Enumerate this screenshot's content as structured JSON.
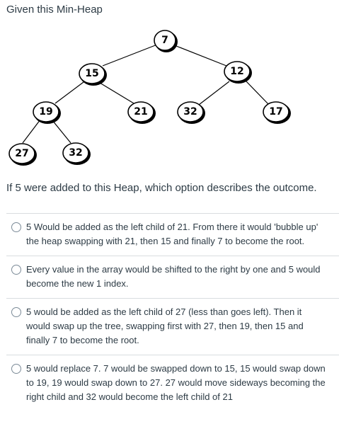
{
  "title": "Given this Min-Heap",
  "heap": {
    "nodes": [
      {
        "id": "n7",
        "value": "7"
      },
      {
        "id": "n15",
        "value": "15"
      },
      {
        "id": "n12",
        "value": "12"
      },
      {
        "id": "n19",
        "value": "19"
      },
      {
        "id": "n21",
        "value": "21"
      },
      {
        "id": "n32a",
        "value": "32"
      },
      {
        "id": "n17",
        "value": "17"
      },
      {
        "id": "n27",
        "value": "27"
      },
      {
        "id": "n32b",
        "value": "32"
      }
    ]
  },
  "question": "If 5 were added to this Heap, which option describes the outcome.",
  "options": [
    {
      "text": "5 Would be added as the left child of 21.  From there it would 'bubble up' the heap swapping with 21, then 15 and finally 7 to become the root."
    },
    {
      "text": "Every value in the array would be shifted to the right by one and 5 would become the new 1 index."
    },
    {
      "text": "5 would be added as the left child of 27 (less than goes left).  Then it would swap up the tree, swapping first with 27, then 19, then 15 and finally 7 to become the root."
    },
    {
      "text": "5 would replace 7.  7 would be swapped down to 15, 15 would swap down to 19, 19 would swap down to 27.  27 would move sideways becoming the right child and 32 would become the left child of 21"
    }
  ]
}
